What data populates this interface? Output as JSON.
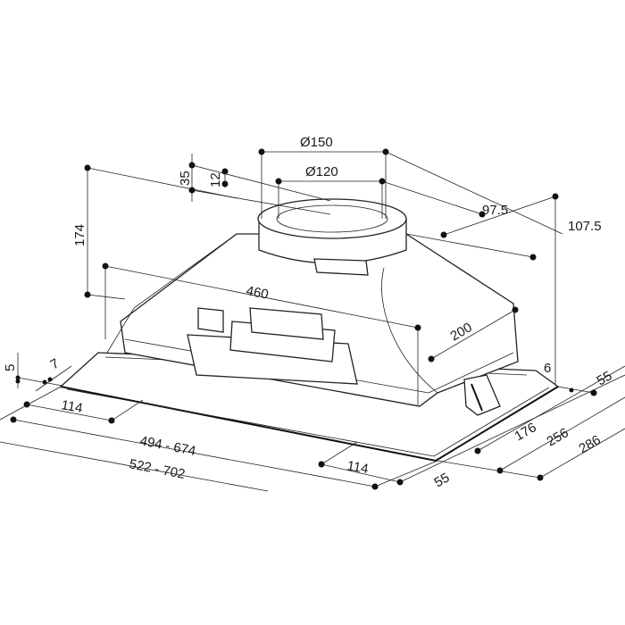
{
  "drawing": {
    "title": "Built-in cooker hood dimension drawing",
    "dimensions": {
      "outlet_outer_diameter": "Ø150",
      "outlet_inner_diameter": "Ø120",
      "collar_height": "35",
      "collar_step": "12",
      "body_height": "174",
      "outlet_offset_a": "97.5",
      "outlet_offset_b": "107.5",
      "body_width": "460",
      "body_depth": "200",
      "plate_thickness": "5",
      "plate_edge": "7",
      "right_edge": "6",
      "right_margin": "55",
      "left_bracket_offset": "114",
      "width_range_inner": "494 - 674",
      "width_range_outer": "522 - 702",
      "depth_a": "176",
      "depth_b": "256",
      "depth_c": "286",
      "front_bracket_offset": "114",
      "front_margin": "55"
    }
  }
}
